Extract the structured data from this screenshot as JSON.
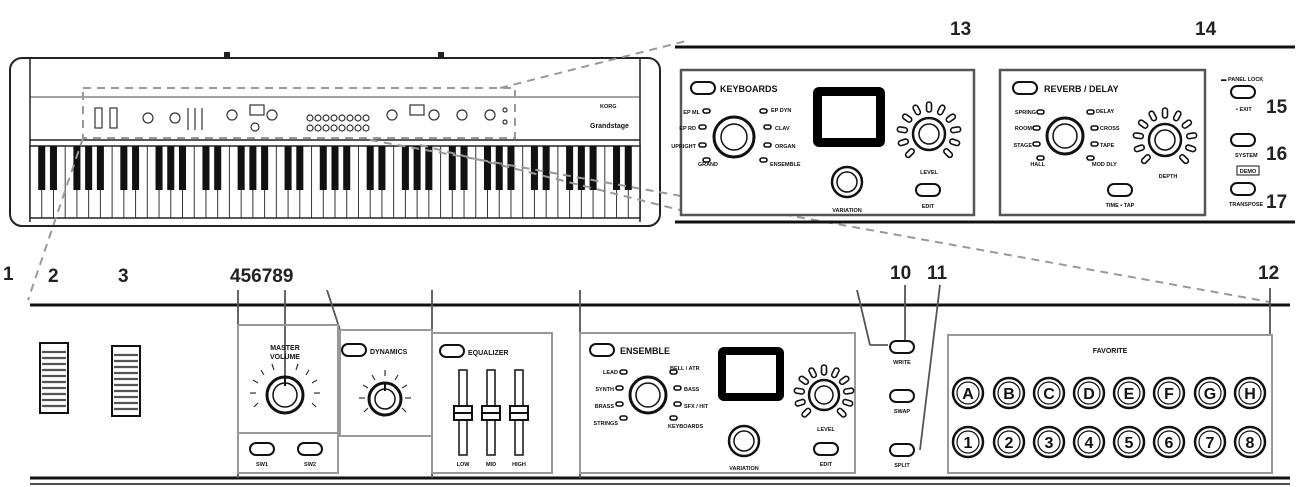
{
  "piano": {
    "brand": "KORG",
    "model": "Grandstage"
  },
  "callouts": [
    "1",
    "2",
    "3",
    "4",
    "5",
    "6",
    "7",
    "8",
    "9",
    "10",
    "11",
    "12",
    "13",
    "14",
    "15",
    "16",
    "17"
  ],
  "callout_group_4_9": "456789",
  "panels": {
    "keyboards": {
      "title": "KEYBOARDS",
      "left_labels": [
        "EP ML",
        "EP RD",
        "UPRIGHT",
        "GRAND"
      ],
      "right_labels": [
        "EP DYN",
        "CLAV",
        "ORGAN",
        "ENSEMBLE"
      ],
      "variation": "VARIATION",
      "level": "LEVEL",
      "edit": "EDIT"
    },
    "reverb": {
      "title": "REVERB / DELAY",
      "left_labels": [
        "SPRING",
        "ROOM",
        "STAGE",
        "HALL"
      ],
      "right_labels": [
        "DELAY",
        "CROSS",
        "TAPE",
        "MOD DLY"
      ],
      "depth": "DEPTH",
      "time_tap": "TIME • TAP"
    },
    "side": {
      "panel_lock": "▬ PANEL LOCK",
      "exit": "• EXIT",
      "system": "SYSTEM",
      "demo": "DEMO",
      "transpose": "TRANSPOSE"
    },
    "master": {
      "title_line1": "MASTER",
      "title_line2": "VOLUME",
      "sw1": "SW1",
      "sw2": "SW2"
    },
    "dynamics": {
      "title": "DYNAMICS"
    },
    "equalizer": {
      "title": "EQUALIZER",
      "low": "LOW",
      "mid": "MID",
      "high": "HIGH"
    },
    "ensemble": {
      "title": "ENSEMBLE",
      "left_labels": [
        "LEAD",
        "SYNTH",
        "BRASS",
        "STRINGS"
      ],
      "right_labels": [
        "BELL / ATR",
        "BASS",
        "SFX / HIT",
        "KEYBOARDS"
      ],
      "variation": "VARIATION",
      "level": "LEVEL",
      "edit": "EDIT"
    },
    "buttons": {
      "write": "WRITE",
      "swap": "SWAP",
      "split": "SPLIT"
    },
    "favorite": {
      "title": "FAVORITE",
      "letters": [
        "A",
        "B",
        "C",
        "D",
        "E",
        "F",
        "G",
        "H"
      ],
      "numbers": [
        "1",
        "2",
        "3",
        "4",
        "5",
        "6",
        "7",
        "8"
      ]
    }
  }
}
